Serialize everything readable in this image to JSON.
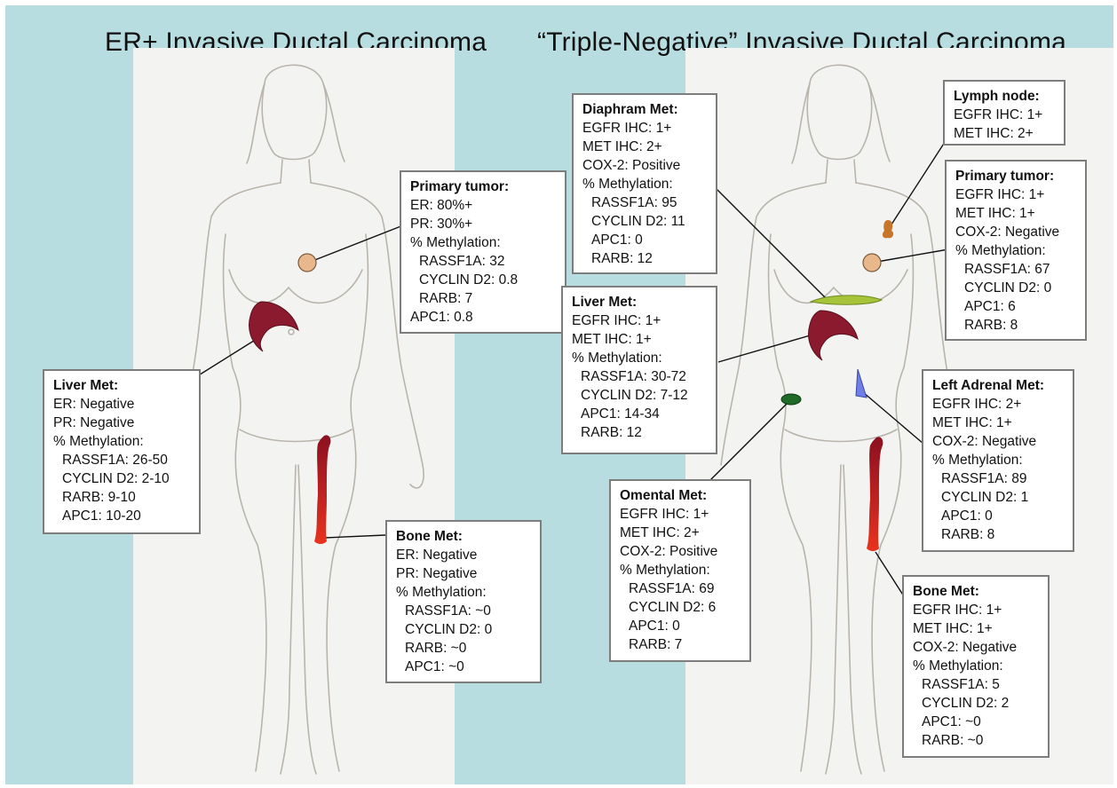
{
  "left_panel": {
    "title": "ER+ Invasive Ductal Carcinoma",
    "boxes": {
      "primary": {
        "head": "Primary tumor:",
        "lines": [
          "ER: 80%+",
          "PR: 30%+",
          "% Methylation:"
        ],
        "meth": [
          "RASSF1A: 32",
          "CYCLIN D2: 0.8",
          "RARB:  7"
        ],
        "tail": [
          "APC1:  0.8"
        ]
      },
      "liver": {
        "head": "Liver Met:",
        "lines": [
          "ER: Negative",
          "PR: Negative",
          "% Methylation:"
        ],
        "meth": [
          "RASSF1A:  26-50",
          "CYCLIN D2: 2-10",
          "RARB:  9-10",
          "APC1:  10-20"
        ]
      },
      "bone": {
        "head": "Bone Met:",
        "lines": [
          "ER: Negative",
          "PR: Negative",
          "% Methylation:"
        ],
        "meth": [
          "RASSF1A: ~0",
          "CYCLIN D2:  0",
          "RARB:  ~0",
          "APC1:  ~0"
        ]
      }
    }
  },
  "right_panel": {
    "title": "“Triple-Negative” Invasive Ductal Carcinoma",
    "boxes": {
      "diaphram": {
        "head": "Diaphram Met:",
        "lines": [
          "EGFR IHC: 1+",
          "MET IHC: 2+",
          "COX-2: Positive",
          "% Methylation:"
        ],
        "meth": [
          "RASSF1A:  95",
          "CYCLIN D2:  11",
          "APC1:  0",
          "RARB:  12"
        ]
      },
      "lymph": {
        "head": "Lymph node:",
        "lines": [
          "EGFR IHC: 1+",
          "MET IHC: 2+"
        ],
        "meth": []
      },
      "primary": {
        "head": "Primary tumor:",
        "lines": [
          "EGFR IHC: 1+",
          "MET IHC: 1+",
          "COX-2: Negative",
          "% Methylation:"
        ],
        "meth": [
          "RASSF1A: 67",
          "CYCLIN D2: 0",
          "APC1:  6",
          "RARB:  8"
        ]
      },
      "liver": {
        "head": "Liver Met:",
        "lines": [
          "EGFR IHC: 1+",
          "MET IHC: 1+",
          "% Methylation:"
        ],
        "meth": [
          "RASSF1A: 30-72",
          "CYCLIN D2: 7-12",
          "APC1:  14-34",
          "RARB:  12"
        ]
      },
      "adrenal": {
        "head": "Left Adrenal Met:",
        "lines": [
          "EGFR IHC: 2+",
          "MET IHC: 1+",
          "COX-2: Negative",
          "% Methylation:"
        ],
        "meth": [
          "RASSF1A:  89",
          "CYCLIN D2:  1",
          "APC1:  0",
          "RARB:  8"
        ]
      },
      "omental": {
        "head": "Omental Met:",
        "lines": [
          "EGFR IHC: 1+",
          "MET IHC: 2+",
          "COX-2: Positive",
          "% Methylation:"
        ],
        "meth": [
          "RASSF1A:  69",
          "CYCLIN D2:  6",
          "APC1:  0",
          "RARB:  7"
        ]
      },
      "bone": {
        "head": "Bone Met:",
        "lines": [
          "EGFR IHC: 1+",
          "MET IHC: 1+",
          "COX-2: Negative",
          "% Methylation:"
        ],
        "meth": [
          "RASSF1A:  5",
          "CYCLIN D2:  2",
          "APC1:  ~0",
          "RARB:  ~0"
        ]
      }
    }
  },
  "colors": {
    "background": "#b8dde1",
    "paper": "#f3f4f2",
    "sketch": "#b9b4ab",
    "box_border": "#7d7d7d",
    "primary_tumor": "#e8b88c",
    "liver": "#8b1a2e",
    "bone": "#d42a1c",
    "diaphragm": "#a6c43a",
    "lymph_node": "#c8752c",
    "omentum": "#1f6a26",
    "adrenal": "#6f7fe6"
  }
}
